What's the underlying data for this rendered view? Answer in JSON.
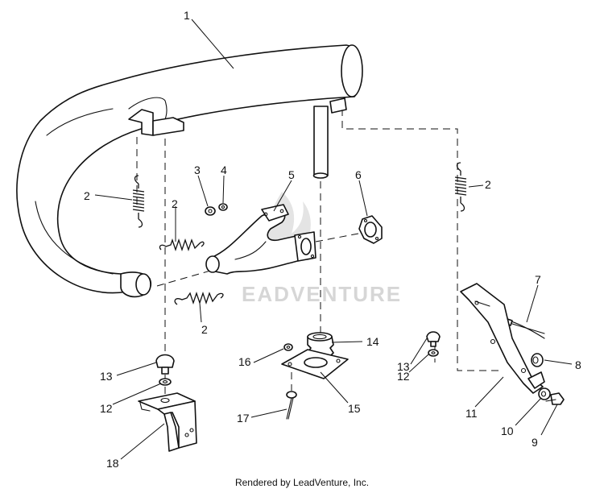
{
  "watermark": "EADVENTURE",
  "footer": "Rendered by LeadVenture, Inc.",
  "callouts": {
    "c1": "1",
    "c2a": "2",
    "c2b": "2",
    "c2c": "2",
    "c2d": "2",
    "c3": "3",
    "c4": "4",
    "c5": "5",
    "c6": "6",
    "c7": "7",
    "c8": "8",
    "c9": "9",
    "c10": "10",
    "c11": "11",
    "c12a": "12",
    "c12b": "12",
    "c13a": "13",
    "c13b": "13",
    "c14": "14",
    "c15": "15",
    "c16": "16",
    "c17": "17",
    "c18": "18"
  }
}
